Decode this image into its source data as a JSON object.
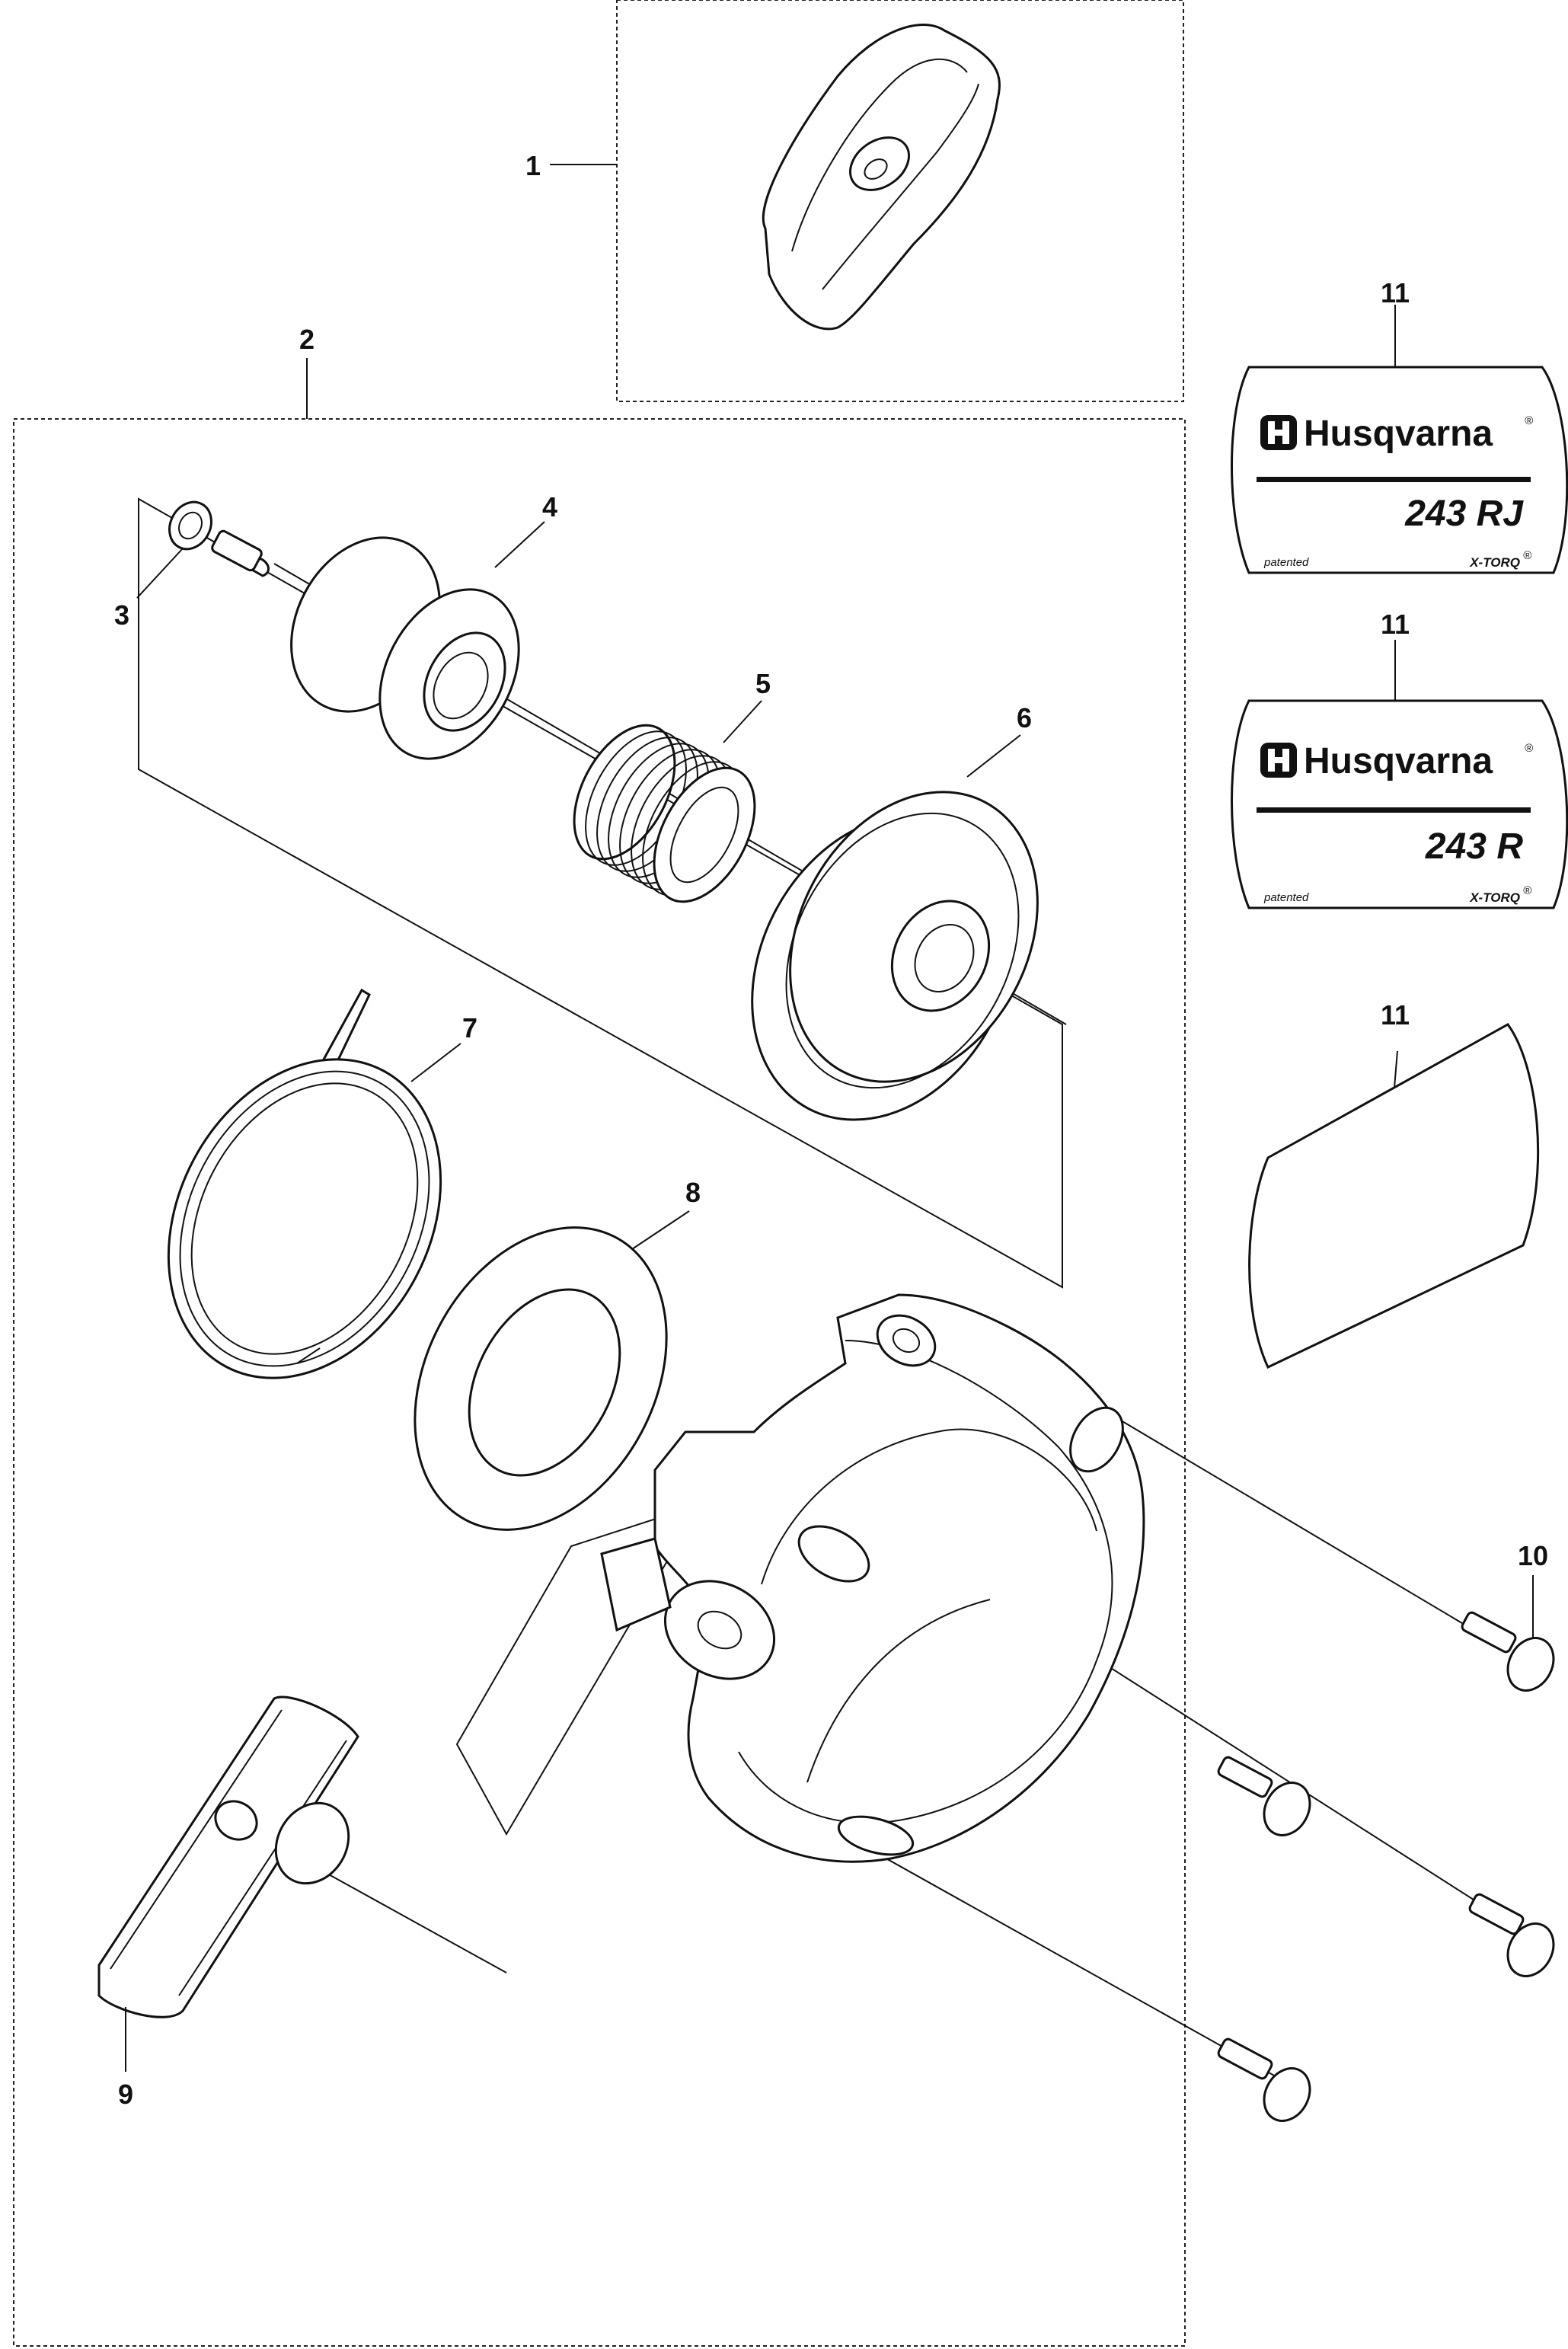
{
  "callouts": {
    "c1": "1",
    "c2": "2",
    "c3": "3",
    "c4": "4",
    "c5": "5",
    "c6": "6",
    "c7": "7",
    "c8": "8",
    "c9": "9",
    "c10": "10",
    "c11a": "11",
    "c11b": "11",
    "c11c": "11"
  },
  "labels": {
    "rj": {
      "brand": "Husqvarna",
      "reg": "®",
      "model": "243 RJ",
      "patented": "patented",
      "xtorq": "X-TORQ",
      "xtorq_reg": "®"
    },
    "r": {
      "brand": "Husqvarna",
      "reg": "®",
      "model": "243 R",
      "patented": "patented",
      "xtorq": "X-TORQ",
      "xtorq_reg": "®"
    }
  },
  "icons": [
    "husqvarna-logo-icon"
  ]
}
